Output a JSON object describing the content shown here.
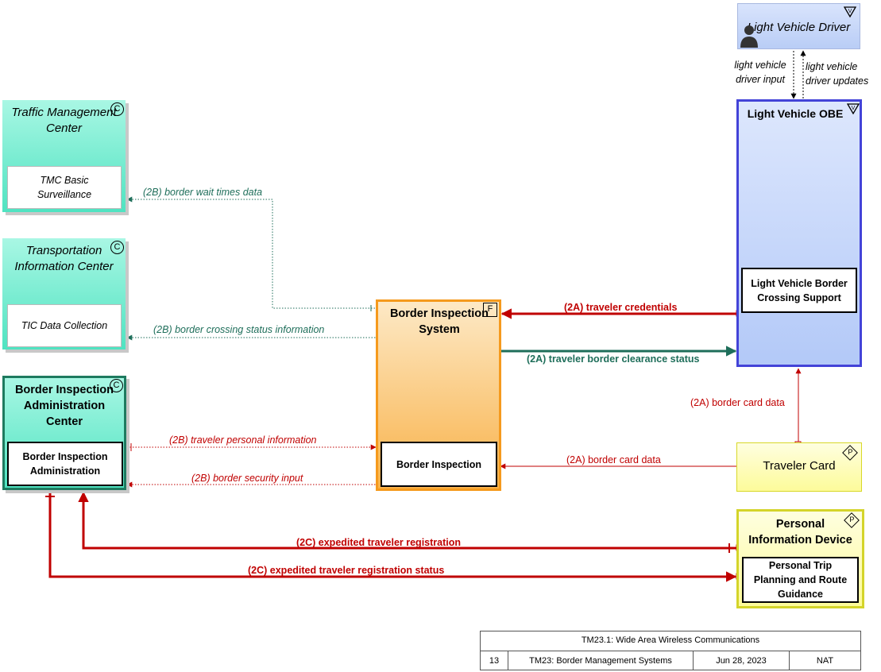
{
  "nodes": {
    "tmc": {
      "title": "Traffic Management Center",
      "badge": "C",
      "inner": "TMC Basic Surveillance"
    },
    "tic": {
      "title": "Transportation Information Center",
      "badge": "C",
      "inner": "TIC Data Collection"
    },
    "biac": {
      "title": "Border Inspection Administration Center",
      "badge": "C",
      "inner": "Border Inspection Administration"
    },
    "bis": {
      "title": "Border Inspection System",
      "badge": "F",
      "inner": "Border Inspection"
    },
    "driver": {
      "title": "Light Vehicle Driver",
      "badge": "V"
    },
    "obe": {
      "title": "Light Vehicle OBE",
      "badge": "V",
      "inner": "Light Vehicle Border Crossing Support"
    },
    "card": {
      "title": "Traveler Card",
      "badge": "P"
    },
    "pid": {
      "title": "Personal Information Device",
      "badge": "P",
      "inner": "Personal Trip Planning and Route Guidance"
    }
  },
  "flows": {
    "driver_input": "light vehicle driver input",
    "driver_updates": "light vehicle driver updates",
    "wait_times": "(2B) border wait times data",
    "crossing_status": "(2B) border crossing status information",
    "credentials": "(2A) traveler credentials",
    "clearance_status": "(2A) traveler border clearance status",
    "card_data_up": "(2A) border card data",
    "card_data_left": "(2A) border card data",
    "personal_info": "(2B) traveler personal information",
    "security_input": "(2B) border security input",
    "expedited_reg": "(2C) expedited traveler registration",
    "expedited_status": "(2C) expedited traveler registration status"
  },
  "colors": {
    "center_fill_top": "#9ff5e0",
    "center_fill_bottom": "#58e6c6",
    "field_fill_top": "#fde8c4",
    "field_fill_bottom": "#f9b653",
    "vehicle_fill": "#c3d4fc",
    "vehicle_border": "#4343d8",
    "personal_fill": "#fefeb0",
    "personal_border": "#d8d828",
    "teal_flow": "#1e6e5a",
    "red_flow": "#c00000"
  },
  "footer": {
    "title": "TM23.1: Wide Area Wireless Communications",
    "number": "13",
    "name": "TM23: Border Management Systems",
    "date": "Jun 28, 2023",
    "scope": "NAT"
  }
}
